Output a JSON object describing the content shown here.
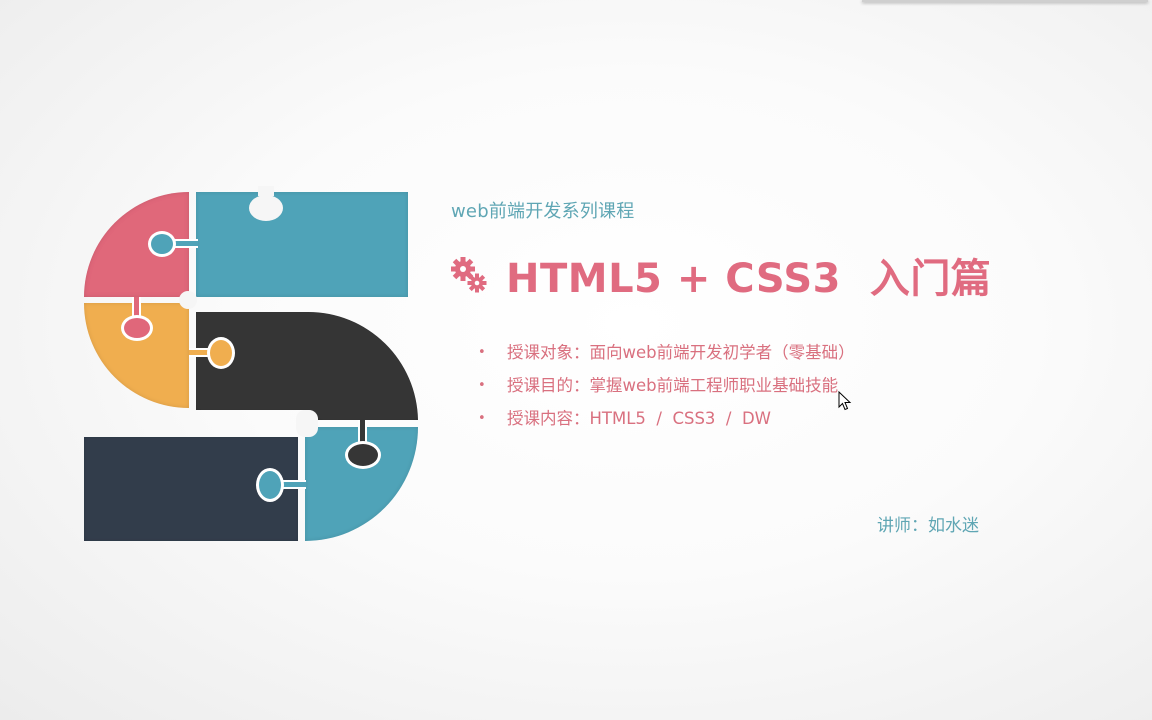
{
  "slide": {
    "subtitle": "web前端开发系列课程",
    "title": "HTML5 + CSS3  入门篇",
    "bullets": [
      {
        "label": "授课对象：面向web前端开发初学者（零基础）"
      },
      {
        "label": "授课目的：掌握web前端工程师职业基础技能"
      },
      {
        "label": "授课内容：HTML5  /  CSS3  /  DW"
      }
    ],
    "bullet_glyph": "•",
    "teacher": "讲师：如水迷",
    "icons": {
      "title_icon": "gears-icon",
      "logo": "s-puzzle-logo",
      "cursor": "mouse-pointer-icon"
    },
    "colors": {
      "title": "#e06b80",
      "subtitle": "#5fa6b4",
      "bullet_text": "#d9707f",
      "puzzle_pink": "#e0677a",
      "puzzle_teal": "#4fa3b8",
      "puzzle_orange": "#f0ae4f",
      "puzzle_black": "#363636",
      "puzzle_navy": "#323d4c"
    }
  }
}
